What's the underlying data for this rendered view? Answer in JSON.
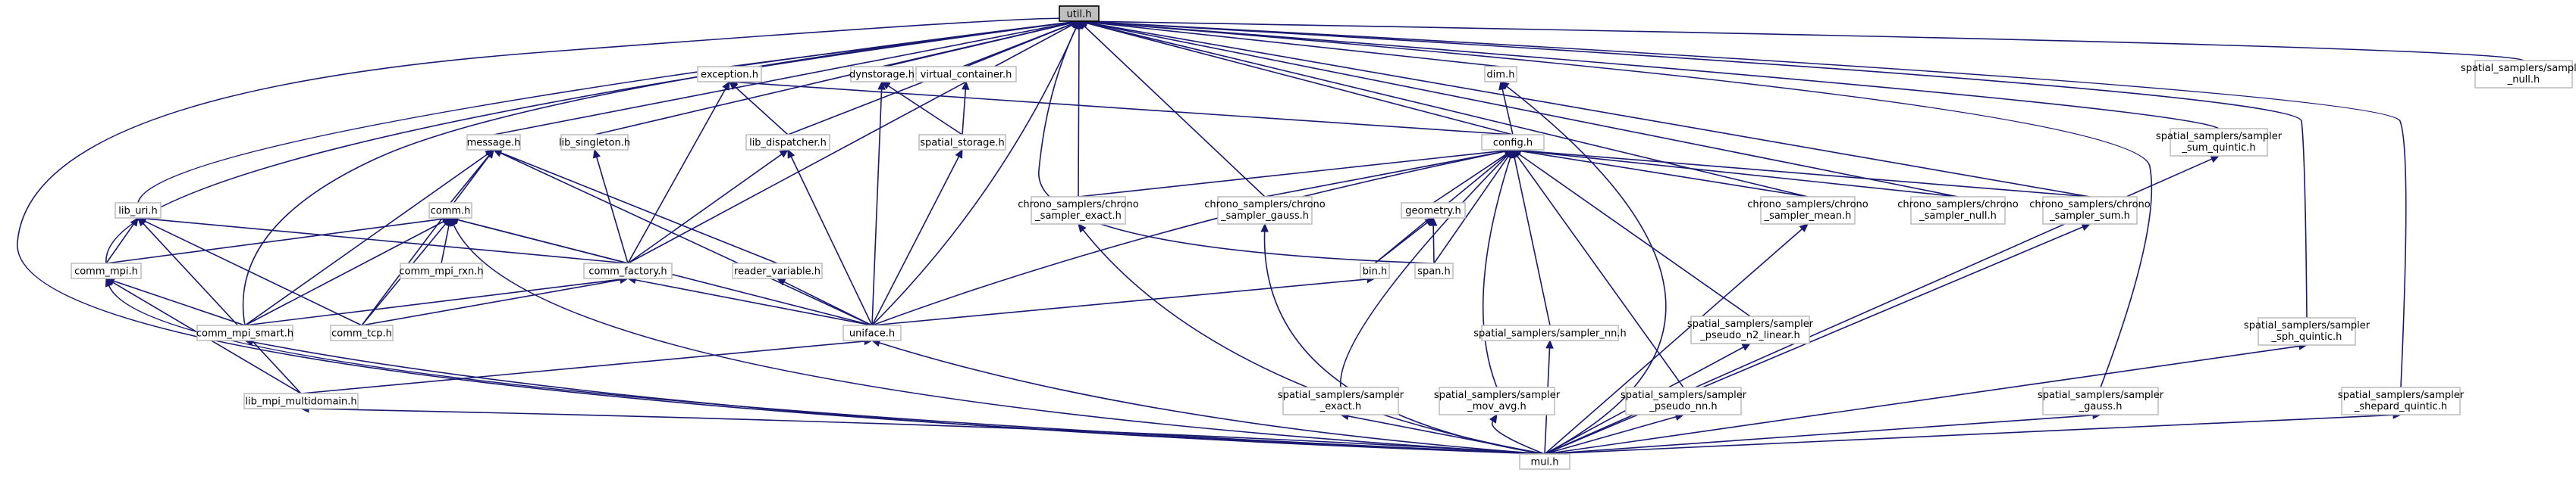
{
  "graph": {
    "nodes": [
      {
        "id": "util",
        "lines": [
          "util.h"
        ]
      },
      {
        "id": "exception",
        "lines": [
          "exception.h"
        ]
      },
      {
        "id": "dynstorage",
        "lines": [
          "dynstorage.h"
        ]
      },
      {
        "id": "virtual_container",
        "lines": [
          "virtual_container.h"
        ]
      },
      {
        "id": "dim",
        "lines": [
          "dim.h"
        ]
      },
      {
        "id": "sampler_null",
        "lines": [
          "spatial_samplers/sampler",
          "_null.h"
        ]
      },
      {
        "id": "message",
        "lines": [
          "message.h"
        ]
      },
      {
        "id": "lib_singleton",
        "lines": [
          "lib_singleton.h"
        ]
      },
      {
        "id": "lib_dispatcher",
        "lines": [
          "lib_dispatcher.h"
        ]
      },
      {
        "id": "spatial_storage",
        "lines": [
          "spatial_storage.h"
        ]
      },
      {
        "id": "config",
        "lines": [
          "config.h"
        ]
      },
      {
        "id": "sum_quintic",
        "lines": [
          "spatial_samplers/sampler",
          "_sum_quintic.h"
        ]
      },
      {
        "id": "lib_uri",
        "lines": [
          "lib_uri.h"
        ]
      },
      {
        "id": "comm",
        "lines": [
          "comm.h"
        ]
      },
      {
        "id": "chrono_exact",
        "lines": [
          "chrono_samplers/chrono",
          "_sampler_exact.h"
        ]
      },
      {
        "id": "chrono_gauss",
        "lines": [
          "chrono_samplers/chrono",
          "_sampler_gauss.h"
        ]
      },
      {
        "id": "geometry",
        "lines": [
          "geometry.h"
        ]
      },
      {
        "id": "chrono_mean",
        "lines": [
          "chrono_samplers/chrono",
          "_sampler_mean.h"
        ]
      },
      {
        "id": "chrono_null",
        "lines": [
          "chrono_samplers/chrono",
          "_sampler_null.h"
        ]
      },
      {
        "id": "chrono_sum",
        "lines": [
          "chrono_samplers/chrono",
          "_sampler_sum.h"
        ]
      },
      {
        "id": "comm_mpi",
        "lines": [
          "comm_mpi.h"
        ]
      },
      {
        "id": "comm_mpi_rxn",
        "lines": [
          "comm_mpi_rxn.h"
        ]
      },
      {
        "id": "comm_factory",
        "lines": [
          "comm_factory.h"
        ]
      },
      {
        "id": "reader_variable",
        "lines": [
          "reader_variable.h"
        ]
      },
      {
        "id": "bin",
        "lines": [
          "bin.h"
        ]
      },
      {
        "id": "span",
        "lines": [
          "span.h"
        ]
      },
      {
        "id": "pseudo_n2_linear",
        "lines": [
          "spatial_samplers/sampler",
          "_pseudo_n2_linear.h"
        ]
      },
      {
        "id": "comm_mpi_smart",
        "lines": [
          "comm_mpi_smart.h"
        ]
      },
      {
        "id": "comm_tcp",
        "lines": [
          "comm_tcp.h"
        ]
      },
      {
        "id": "uniface",
        "lines": [
          "uniface.h"
        ]
      },
      {
        "id": "sampler_nn",
        "lines": [
          "spatial_samplers/sampler_nn.h"
        ]
      },
      {
        "id": "sph_quintic",
        "lines": [
          "spatial_samplers/sampler",
          "_sph_quintic.h"
        ]
      },
      {
        "id": "lib_mpi_multidomain",
        "lines": [
          "lib_mpi_multidomain.h"
        ]
      },
      {
        "id": "sampler_exact",
        "lines": [
          "spatial_samplers/sampler",
          "_exact.h"
        ]
      },
      {
        "id": "mov_avg",
        "lines": [
          "spatial_samplers/sampler",
          "_mov_avg.h"
        ]
      },
      {
        "id": "pseudo_nn",
        "lines": [
          "spatial_samplers/sampler",
          "_pseudo_nn.h"
        ]
      },
      {
        "id": "sampler_gauss",
        "lines": [
          "spatial_samplers/sampler",
          "_gauss.h"
        ]
      },
      {
        "id": "shepard_quintic",
        "lines": [
          "spatial_samplers/sampler",
          "_shepard_quintic.h"
        ]
      },
      {
        "id": "mui",
        "lines": [
          "mui.h"
        ]
      }
    ],
    "edges": [
      [
        "exception",
        "util"
      ],
      [
        "dynstorage",
        "util"
      ],
      [
        "virtual_container",
        "util"
      ],
      [
        "dim",
        "util"
      ],
      [
        "sampler_null",
        "util"
      ],
      [
        "message",
        "util"
      ],
      [
        "lib_singleton",
        "util"
      ],
      [
        "lib_dispatcher",
        "util"
      ],
      [
        "config",
        "util"
      ],
      [
        "sum_quintic",
        "util"
      ],
      [
        "lib_uri",
        "util"
      ],
      [
        "comm_mpi",
        "util"
      ],
      [
        "comm_factory",
        "util"
      ],
      [
        "chrono_exact",
        "util"
      ],
      [
        "chrono_gauss",
        "util"
      ],
      [
        "chrono_mean",
        "util"
      ],
      [
        "chrono_null",
        "util"
      ],
      [
        "chrono_sum",
        "util"
      ],
      [
        "span",
        "util"
      ],
      [
        "uniface",
        "util"
      ],
      [
        "sph_quintic",
        "util"
      ],
      [
        "sampler_gauss",
        "util"
      ],
      [
        "shepard_quintic",
        "util"
      ],
      [
        "mui",
        "util"
      ],
      [
        "comm_mpi_smart",
        "util"
      ],
      [
        "lib_dispatcher",
        "exception"
      ],
      [
        "comm_factory",
        "exception"
      ],
      [
        "config",
        "exception"
      ],
      [
        "spatial_storage",
        "dynstorage"
      ],
      [
        "uniface",
        "dynstorage"
      ],
      [
        "spatial_storage",
        "virtual_container"
      ],
      [
        "config",
        "dim"
      ],
      [
        "mui",
        "dim"
      ],
      [
        "comm",
        "message"
      ],
      [
        "reader_variable",
        "message"
      ],
      [
        "uniface",
        "message"
      ],
      [
        "comm_tcp",
        "message"
      ],
      [
        "comm_mpi_smart",
        "message"
      ],
      [
        "comm_factory",
        "lib_singleton"
      ],
      [
        "comm_factory",
        "lib_dispatcher"
      ],
      [
        "uniface",
        "lib_dispatcher"
      ],
      [
        "uniface",
        "spatial_storage"
      ],
      [
        "chrono_exact",
        "config"
      ],
      [
        "chrono_gauss",
        "config"
      ],
      [
        "geometry",
        "config"
      ],
      [
        "chrono_mean",
        "config"
      ],
      [
        "chrono_null",
        "config"
      ],
      [
        "chrono_sum",
        "config"
      ],
      [
        "bin",
        "config"
      ],
      [
        "span",
        "config"
      ],
      [
        "uniface",
        "config"
      ],
      [
        "sampler_nn",
        "config"
      ],
      [
        "pseudo_n2_linear",
        "config"
      ],
      [
        "sampler_exact",
        "config"
      ],
      [
        "mov_avg",
        "config"
      ],
      [
        "pseudo_nn",
        "config"
      ],
      [
        "mui",
        "sum_quintic"
      ],
      [
        "comm_mpi",
        "lib_uri"
      ],
      [
        "comm_factory",
        "lib_uri"
      ],
      [
        "comm_tcp",
        "lib_uri"
      ],
      [
        "lib_mpi_multidomain",
        "lib_uri"
      ],
      [
        "comm_mpi",
        "comm"
      ],
      [
        "comm_mpi_rxn",
        "comm"
      ],
      [
        "comm_factory",
        "comm"
      ],
      [
        "comm_mpi_smart",
        "comm"
      ],
      [
        "comm_tcp",
        "comm"
      ],
      [
        "uniface",
        "comm"
      ],
      [
        "mui",
        "comm"
      ],
      [
        "mui",
        "chrono_exact"
      ],
      [
        "mui",
        "chrono_gauss"
      ],
      [
        "bin",
        "geometry"
      ],
      [
        "span",
        "geometry"
      ],
      [
        "mui",
        "chrono_mean"
      ],
      [
        "mui",
        "chrono_sum"
      ],
      [
        "comm_mpi_smart",
        "comm_mpi"
      ],
      [
        "lib_mpi_multidomain",
        "comm_mpi"
      ],
      [
        "mui",
        "comm_mpi"
      ],
      [
        "comm_mpi_smart",
        "comm_factory"
      ],
      [
        "comm_tcp",
        "comm_factory"
      ],
      [
        "uniface",
        "comm_factory"
      ],
      [
        "uniface",
        "reader_variable"
      ],
      [
        "uniface",
        "bin"
      ],
      [
        "mui",
        "pseudo_n2_linear"
      ],
      [
        "mui",
        "comm_mpi_smart"
      ],
      [
        "lib_mpi_multidomain",
        "uniface"
      ],
      [
        "mui",
        "uniface"
      ],
      [
        "mui",
        "sampler_nn"
      ],
      [
        "mui",
        "sph_quintic"
      ],
      [
        "mui",
        "lib_mpi_multidomain"
      ],
      [
        "mui",
        "sampler_exact"
      ],
      [
        "mui",
        "mov_avg"
      ],
      [
        "mui",
        "pseudo_nn"
      ],
      [
        "mui",
        "sampler_gauss"
      ],
      [
        "mui",
        "shepard_quintic"
      ]
    ]
  }
}
